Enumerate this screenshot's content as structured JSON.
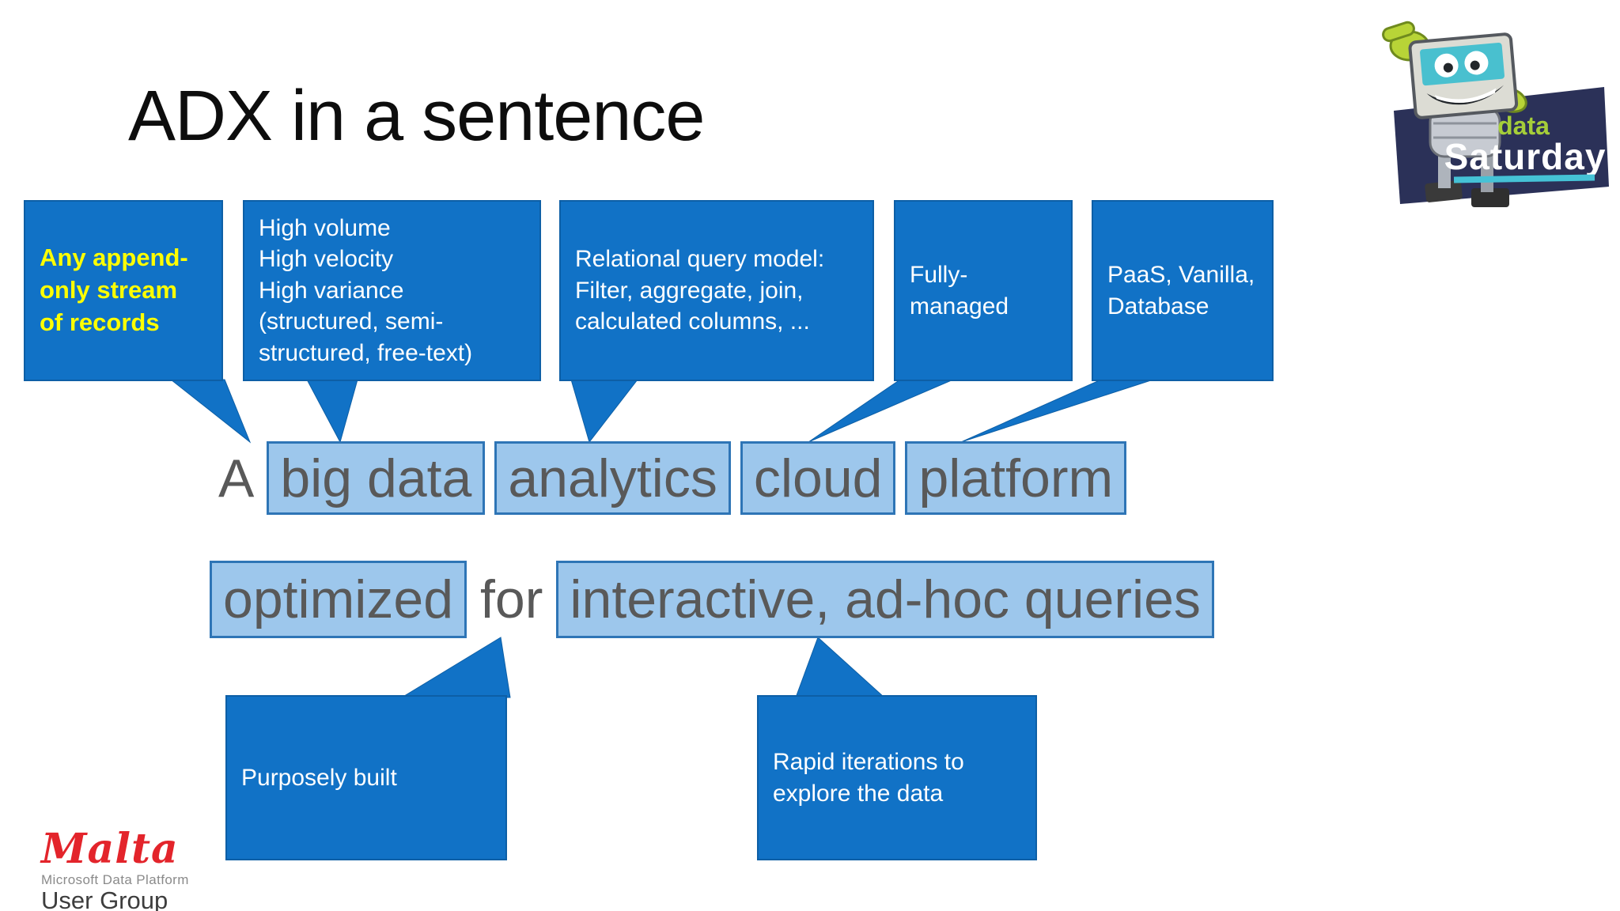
{
  "title": "ADX in a sentence",
  "callouts_top": [
    {
      "text": "Any append-\nonly stream\nof records"
    },
    {
      "text": "High volume\nHigh velocity\nHigh variance\n(structured, semi-\nstructured, free-text)"
    },
    {
      "text": "Relational query model:\nFilter, aggregate, join,\ncalculated columns, ..."
    },
    {
      "text": "Fully-\nmanaged"
    },
    {
      "text": "PaaS, Vanilla,\nDatabase"
    }
  ],
  "callouts_bottom": [
    {
      "text": "Purposely built"
    },
    {
      "text": "Rapid iterations to\nexplore the data"
    }
  ],
  "sentence": {
    "word_a": "A",
    "big_data": "big data",
    "analytics": "analytics",
    "cloud": "cloud",
    "platform": "platform",
    "optimized": "optimized",
    "word_for": "for",
    "interactive": "interactive, ad-hoc queries"
  },
  "logos": {
    "data_saturday": {
      "data_label": "data",
      "saturday_label": "Saturday"
    },
    "malta": {
      "name": "Malta",
      "subtitle": "Microsoft Data Platform",
      "group": "User Group"
    }
  },
  "colors": {
    "callout_blue": "#1172c6",
    "highlight_fill": "#9dc7ec",
    "highlight_border": "#2e75b6",
    "sentence_gray": "#595959",
    "emphasis_yellow": "#ffff00",
    "banner_navy": "#2b3158",
    "logo_green": "#a5ce39",
    "logo_teal": "#45c2d6",
    "malta_red": "#e3242b"
  }
}
